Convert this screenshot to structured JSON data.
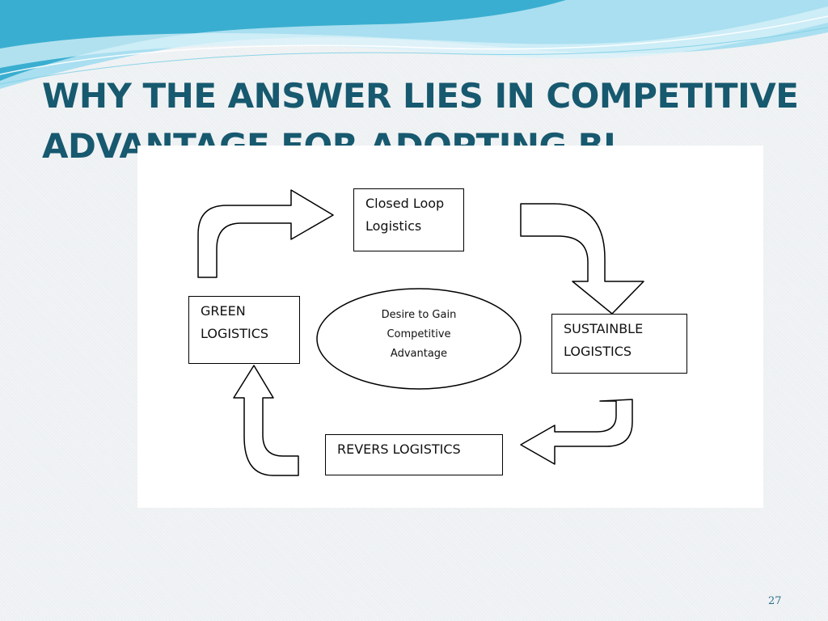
{
  "slide": {
    "title_line_1": "WHY THE ANSWER LIES IN COMPETITIVE",
    "title_line_2": "ADVANTAGE FOR ADOPTING BI",
    "page_number": "27"
  },
  "diagram": {
    "nodes": {
      "closed_loop": [
        "Closed Loop",
        "Logistics"
      ],
      "sustainable": [
        "SUSTAINBLE",
        "LOGISTICS"
      ],
      "revers": [
        "REVERS LOGISTICS"
      ],
      "green": [
        "GREEN",
        "LOGISTICS"
      ],
      "center": [
        "Desire to Gain",
        "Competitive",
        "Advantage"
      ]
    }
  },
  "colors": {
    "title": "#17596f",
    "wave_dark": "#36a9c9",
    "wave_light": "#a9dff0",
    "background": "#edf0f2"
  }
}
